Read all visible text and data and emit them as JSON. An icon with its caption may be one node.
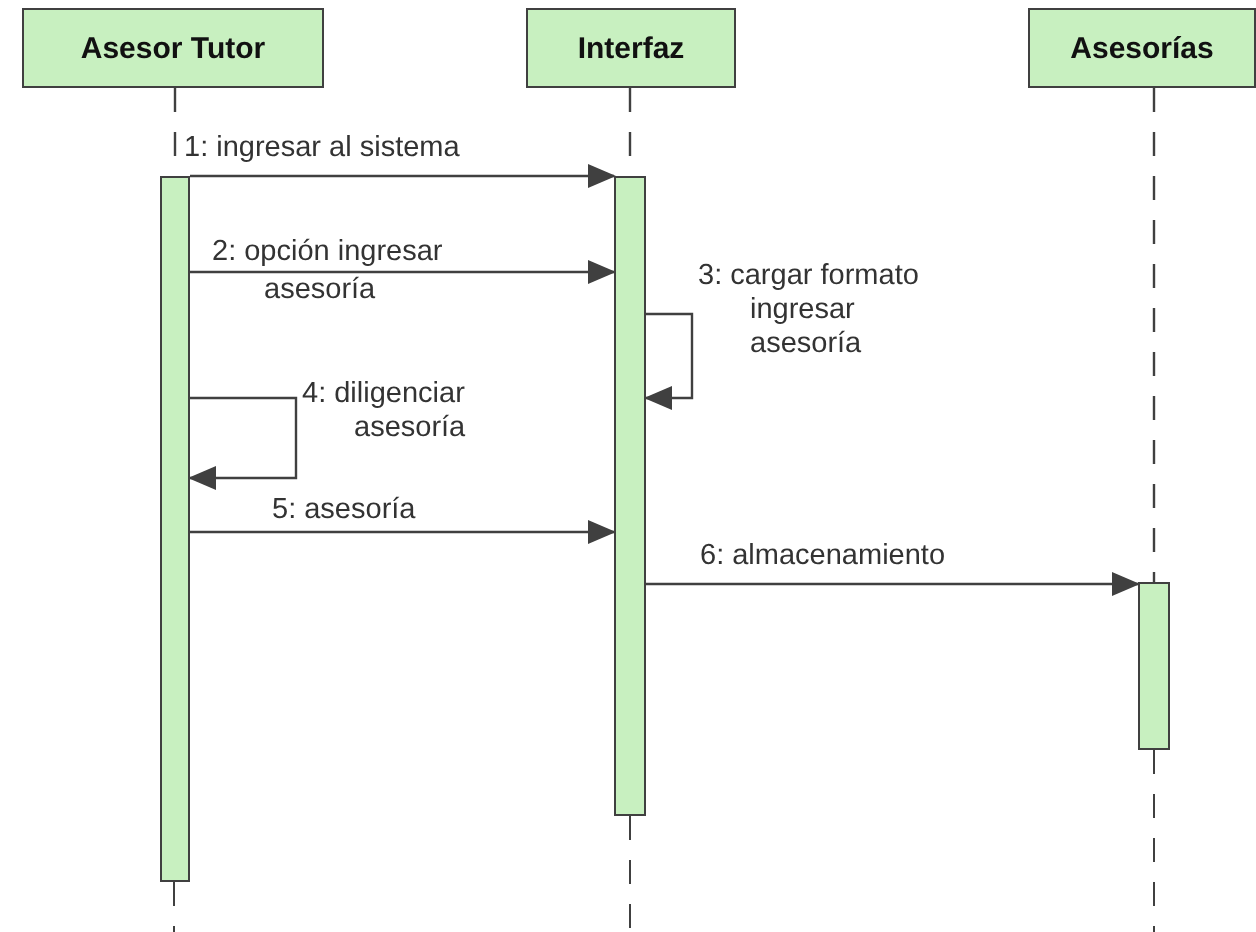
{
  "diagram": {
    "nodes": [
      {
        "text": [
          "Asesor Tutor"
        ]
      },
      {
        "text": [
          "Interfaz"
        ]
      },
      {
        "text": [
          "Asesorías"
        ]
      },
      {
        "text": [],
        "shape": "bar"
      },
      {
        "text": [],
        "shape": "bar"
      },
      {
        "text": [],
        "shape": "bar"
      }
    ],
    "edges": [
      {
        "from": 0,
        "to": 3,
        "arrow": "none",
        "style": "dashed"
      },
      {
        "from": 1,
        "to": 4,
        "arrow": "none",
        "style": "dashed"
      },
      {
        "from": 2,
        "to": 5,
        "arrow": "none",
        "style": "dashed"
      },
      {
        "from": 3,
        "to": 4,
        "arrow": "to",
        "label": "1: ingresar al sistema"
      },
      {
        "from": 3,
        "to": 4,
        "arrow": "to",
        "label": "2: opción ingresar asesoría"
      },
      {
        "from": 4,
        "to": 4,
        "arrow": "to",
        "label": "3: cargar formato ingresar asesoría"
      },
      {
        "from": 3,
        "to": 3,
        "arrow": "to",
        "label": "4: diligenciar asesoría"
      },
      {
        "from": 3,
        "to": 4,
        "arrow": "to",
        "label": "5: asesoría"
      },
      {
        "from": 4,
        "to": 5,
        "arrow": "to",
        "label": "6: almacenamiento"
      }
    ]
  }
}
